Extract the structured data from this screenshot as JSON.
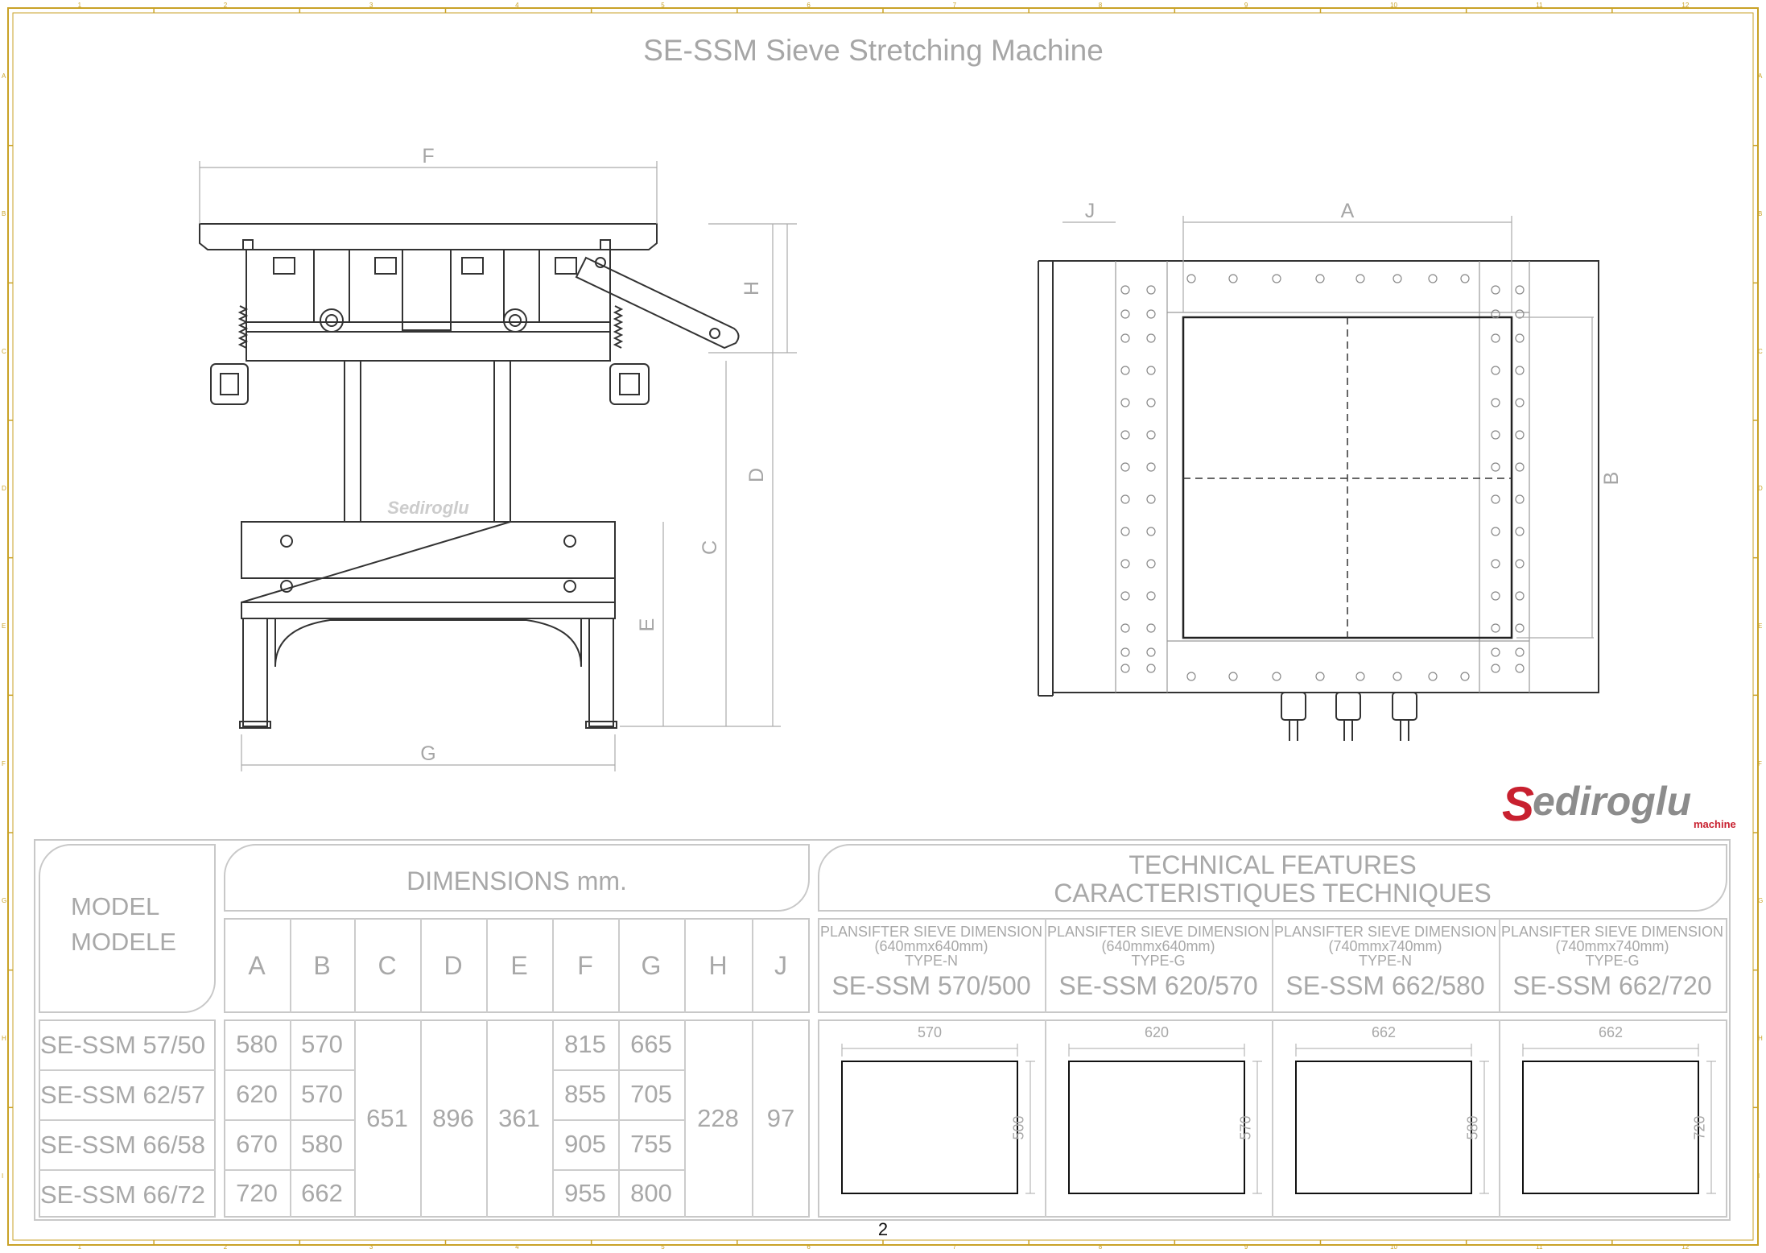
{
  "title": "SE-SSM Sieve Stretching Machine",
  "front_view": {
    "dimension_letters": {
      "F": "F",
      "H": "H",
      "D": "D",
      "C": "C",
      "E": "E",
      "G": "G"
    },
    "brand_mark": "Sediroglu"
  },
  "top_view": {
    "dimension_letters": {
      "J": "J",
      "A": "A",
      "B": "B"
    }
  },
  "logo": {
    "mark": "S",
    "word": "ediroglu",
    "sub": "machine"
  },
  "frame": {
    "column_labels": [
      "1",
      "2",
      "3",
      "4",
      "5",
      "6",
      "7",
      "8",
      "9",
      "10",
      "11",
      "12"
    ],
    "row_labels": [
      "A",
      "B",
      "C",
      "D",
      "E",
      "F",
      "G",
      "H",
      "I"
    ]
  },
  "table": {
    "model_header": [
      "MODEL",
      "MODELE"
    ],
    "dimensions_header": "DIMENSIONS mm.",
    "dimension_columns": [
      "A",
      "B",
      "C",
      "D",
      "E",
      "F",
      "G",
      "H",
      "J"
    ],
    "technical_header": [
      "TECHNICAL FEATURES",
      "CARACTERISTIQUES TECHNIQUES"
    ],
    "models": [
      "SE-SSM 57/50",
      "SE-SSM 62/57",
      "SE-SSM 66/58",
      "SE-SSM 66/72"
    ],
    "A": [
      "580",
      "620",
      "670",
      "720"
    ],
    "B": [
      "570",
      "570",
      "580",
      "662"
    ],
    "C": "651",
    "D": "896",
    "E": "361",
    "F": [
      "815",
      "855",
      "905",
      "955"
    ],
    "G": [
      "665",
      "705",
      "755",
      "800"
    ],
    "H": "228",
    "J": "97",
    "features": [
      {
        "line1": "PLANSIFTER SIEVE DIMENSION",
        "line2": "(640mmx640mm)",
        "line3": "TYPE-N",
        "model": "SE-SSM 570/500",
        "width": "570",
        "height": "500"
      },
      {
        "line1": "PLANSIFTER SIEVE DIMENSION",
        "line2": "(640mmx640mm)",
        "line3": "TYPE-G",
        "model": "SE-SSM 620/570",
        "width": "620",
        "height": "570"
      },
      {
        "line1": "PLANSIFTER SIEVE DIMENSION",
        "line2": "(740mmx740mm)",
        "line3": "TYPE-N",
        "model": "SE-SSM 662/580",
        "width": "662",
        "height": "580"
      },
      {
        "line1": "PLANSIFTER SIEVE DIMENSION",
        "line2": "(740mmx740mm)",
        "line3": "TYPE-G",
        "model": "SE-SSM 662/720",
        "width": "662",
        "height": "720"
      }
    ]
  },
  "page_number": "2",
  "colors": {
    "frame": "#c9a227",
    "line": "#333333",
    "text": "#a8a8a8",
    "brand_red": "#c8202f"
  }
}
